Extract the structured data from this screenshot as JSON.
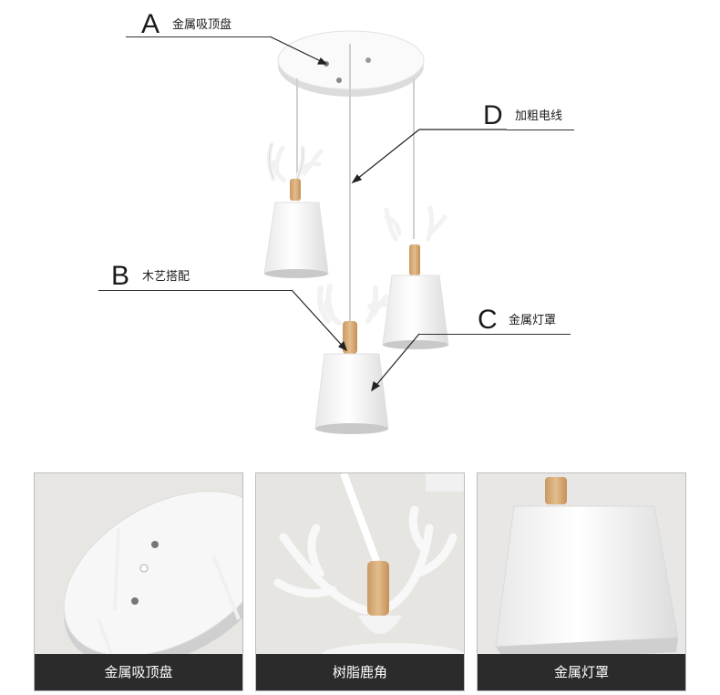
{
  "callouts": [
    {
      "letter": "A",
      "text": "金属吸顶盘"
    },
    {
      "letter": "D",
      "text": "加粗电线"
    },
    {
      "letter": "B",
      "text": "木艺搭配"
    },
    {
      "letter": "C",
      "text": "金属灯罩"
    }
  ],
  "panels": [
    {
      "label": "金属吸顶盘"
    },
    {
      "label": "树脂鹿角"
    },
    {
      "label": "金属灯罩"
    }
  ],
  "colors": {
    "background": "#ffffff",
    "label_bar": "#2b2b2b",
    "lamp_white": "#f4f4f4",
    "wood": "#d9b07c"
  }
}
